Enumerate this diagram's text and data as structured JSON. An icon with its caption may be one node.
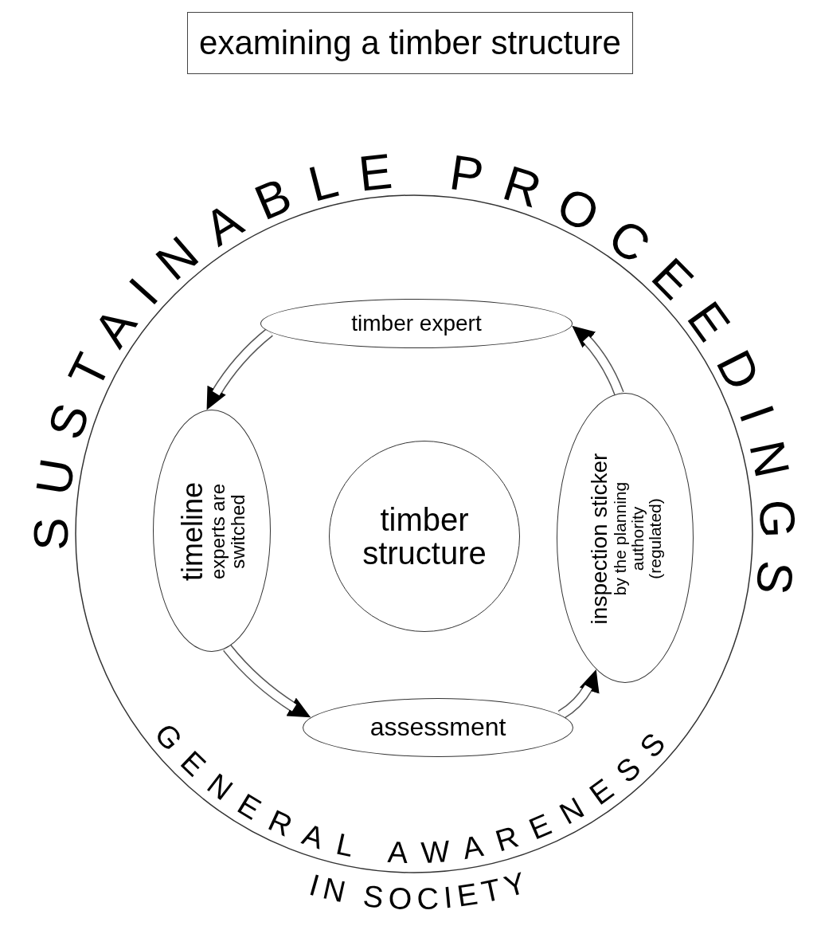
{
  "diagram": {
    "title": "examining a timber structure",
    "nodes": [
      {
        "text": [
          "SUSTAINABLE PROCEEDINGS",
          "GENERAL AWARENESS",
          "IN SOCIETY"
        ]
      },
      {
        "text": [
          "timber expert"
        ],
        "in": 0
      },
      {
        "text": [
          "timeline",
          "experts are switched"
        ],
        "in": 0
      },
      {
        "text": [
          "timber structure"
        ],
        "in": 0
      },
      {
        "text": [
          "inspection sticker",
          "by the planning authority (regulated)"
        ],
        "in": 0
      },
      {
        "text": [
          "assessment"
        ],
        "in": 0
      }
    ],
    "edges": [
      {
        "from": 1,
        "to": 2,
        "arrow": "to"
      },
      {
        "from": 2,
        "to": 5,
        "arrow": "to"
      },
      {
        "from": 5,
        "to": 4,
        "arrow": "to"
      },
      {
        "from": 4,
        "to": 1,
        "arrow": "to"
      }
    ]
  }
}
